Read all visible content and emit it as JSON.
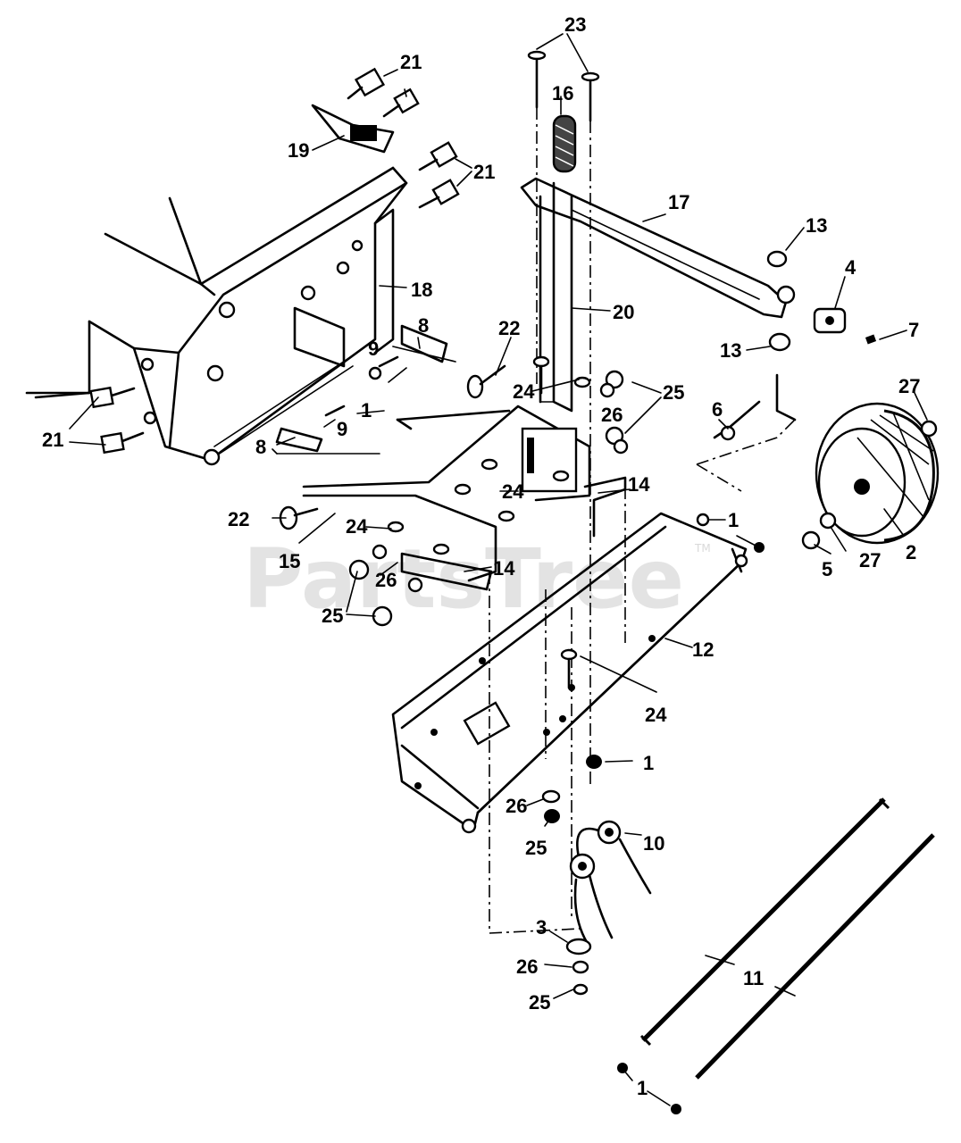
{
  "watermark": {
    "text": "PartsTree",
    "trademark": "TM"
  },
  "callouts": [
    {
      "id": "c1a",
      "text": "1"
    },
    {
      "id": "c1b",
      "text": "1"
    },
    {
      "id": "c1c",
      "text": "1"
    },
    {
      "id": "c1d",
      "text": "1"
    },
    {
      "id": "c2",
      "text": "2"
    },
    {
      "id": "c3",
      "text": "3"
    },
    {
      "id": "c4",
      "text": "4"
    },
    {
      "id": "c5",
      "text": "5"
    },
    {
      "id": "c6",
      "text": "6"
    },
    {
      "id": "c7",
      "text": "7"
    },
    {
      "id": "c8a",
      "text": "8"
    },
    {
      "id": "c8b",
      "text": "8"
    },
    {
      "id": "c9a",
      "text": "9"
    },
    {
      "id": "c9b",
      "text": "9"
    },
    {
      "id": "c10",
      "text": "10"
    },
    {
      "id": "c11",
      "text": "11"
    },
    {
      "id": "c12",
      "text": "12"
    },
    {
      "id": "c13a",
      "text": "13"
    },
    {
      "id": "c13b",
      "text": "13"
    },
    {
      "id": "c14a",
      "text": "14"
    },
    {
      "id": "c14b",
      "text": "14"
    },
    {
      "id": "c15",
      "text": "15"
    },
    {
      "id": "c16",
      "text": "16"
    },
    {
      "id": "c17",
      "text": "17"
    },
    {
      "id": "c18",
      "text": "18"
    },
    {
      "id": "c19",
      "text": "19"
    },
    {
      "id": "c20",
      "text": "20"
    },
    {
      "id": "c21a",
      "text": "21"
    },
    {
      "id": "c21b",
      "text": "21"
    },
    {
      "id": "c21c",
      "text": "21"
    },
    {
      "id": "c22a",
      "text": "22"
    },
    {
      "id": "c22b",
      "text": "22"
    },
    {
      "id": "c23",
      "text": "23"
    },
    {
      "id": "c24a",
      "text": "24"
    },
    {
      "id": "c24b",
      "text": "24"
    },
    {
      "id": "c24c",
      "text": "24"
    },
    {
      "id": "c24d",
      "text": "24"
    },
    {
      "id": "c25a",
      "text": "25"
    },
    {
      "id": "c25b",
      "text": "25"
    },
    {
      "id": "c25c",
      "text": "25"
    },
    {
      "id": "c25d",
      "text": "25"
    },
    {
      "id": "c26a",
      "text": "26"
    },
    {
      "id": "c26b",
      "text": "26"
    },
    {
      "id": "c26c",
      "text": "26"
    },
    {
      "id": "c26d",
      "text": "26"
    },
    {
      "id": "c27a",
      "text": "27"
    },
    {
      "id": "c27b",
      "text": "27"
    }
  ]
}
